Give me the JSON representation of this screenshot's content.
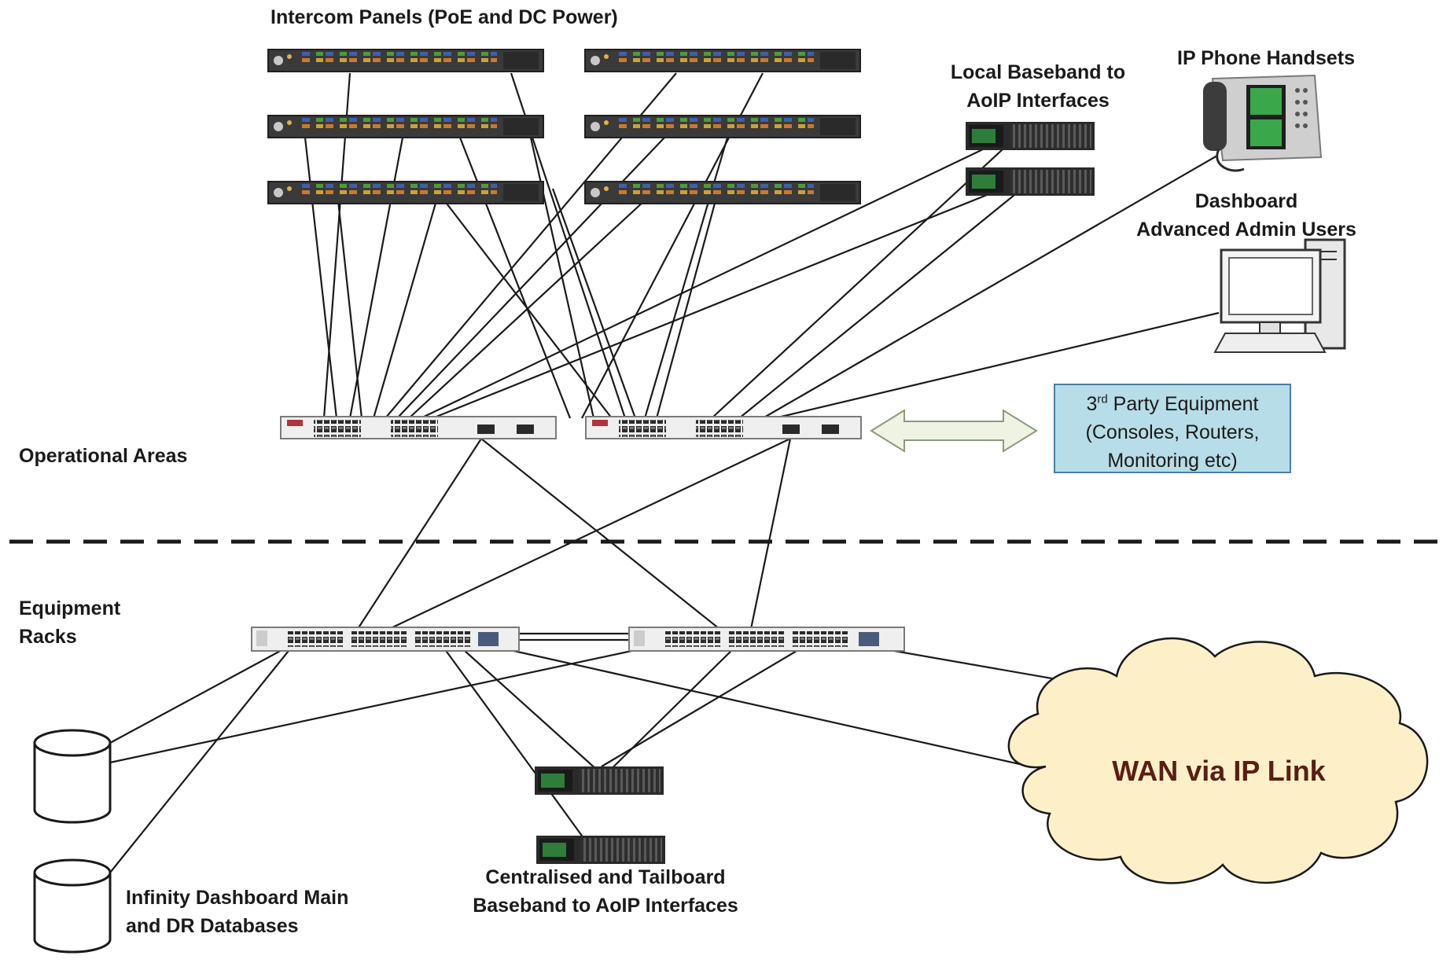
{
  "labels": {
    "intercom_panels": "Intercom Panels (PoE and DC Power)",
    "local_baseband_line1": "Local Baseband to",
    "local_baseband_line2": "AoIP Interfaces",
    "ip_phone_handsets": "IP Phone Handsets",
    "dashboard_line1": "Dashboard",
    "dashboard_line2": "Advanced Admin Users",
    "operational_areas": "Operational Areas",
    "equipment_racks_line1": "Equipment",
    "equipment_racks_line2": "Racks",
    "databases_line1": "Infinity Dashboard Main",
    "databases_line2": "and DR Databases",
    "centralised_line1": "Centralised and Tailboard",
    "centralised_line2": "Baseband to AoIP Interfaces"
  },
  "third_party": {
    "number": "3",
    "superscript": "rd",
    "line1_rest": " Party Equipment",
    "line2": "(Consoles, Routers,",
    "line3": "Monitoring etc)"
  },
  "wan_label": "WAN via IP Link",
  "colors": {
    "line": "#1a1a1a",
    "third_party_fill": "#b7dde8",
    "cloud_fill": "#fdf0c8",
    "wan_text": "#5a1e14",
    "arrow_fill": "#eef3e4"
  }
}
